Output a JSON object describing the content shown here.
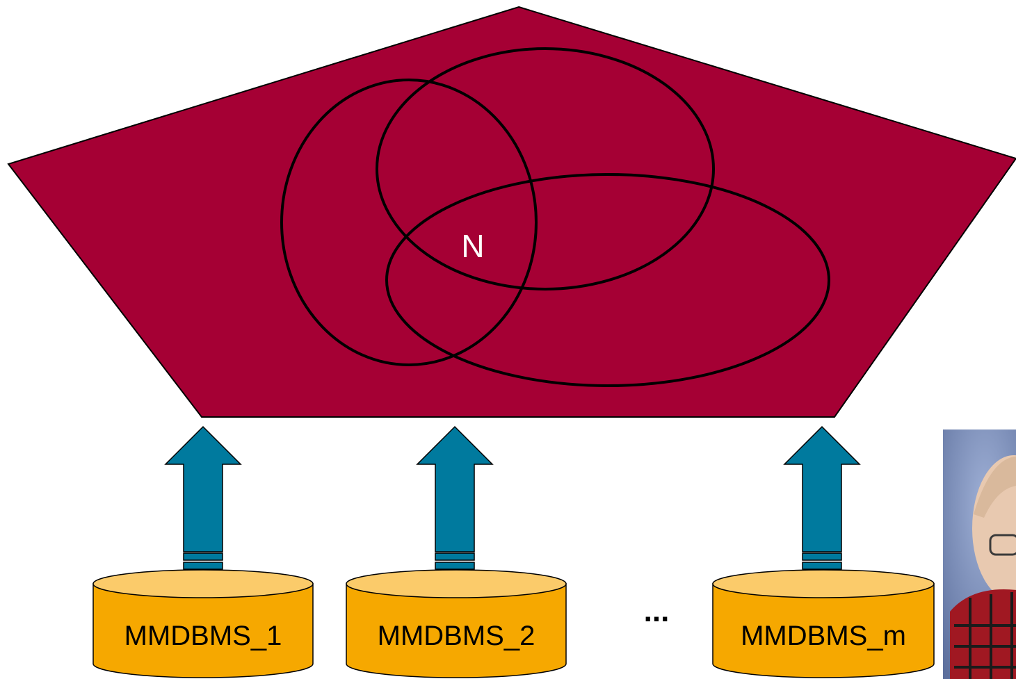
{
  "colors": {
    "pentagon_fill": "#A50034",
    "arrow_fill": "#007A9E",
    "db_fill": "#F6A800",
    "db_top": "#FBCB6A",
    "stroke": "#000000",
    "center_label": "#ffffff"
  },
  "diagram": {
    "center_label": "N",
    "ellipsis": "...",
    "databases": [
      {
        "label": "MMDBMS_1"
      },
      {
        "label": "MMDBMS_2"
      },
      {
        "label": "MMDBMS_m"
      }
    ],
    "photo": {
      "kind": "portrait-photo"
    }
  }
}
